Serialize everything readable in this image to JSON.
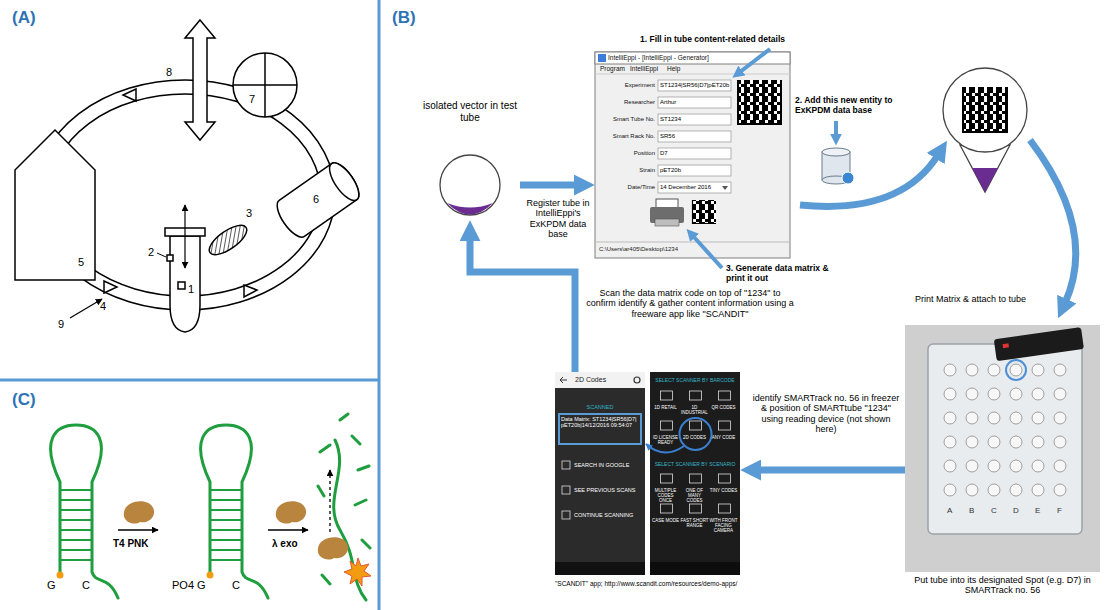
{
  "diagram": {
    "nodes": [
      {
        "text": [
          "isolated vector in test tube"
        ]
      },
      {
        "text": [
          "IntelliEppi - [IntelliEppi - Generator]",
          "Program",
          "IntelliEppi",
          "Help",
          "Experiment",
          "ST1234|SR56|D7|pET20b",
          "Researcher",
          "Arthur",
          "Smart Tube No.",
          "ST1234",
          "Smart Rack No.",
          "SR56",
          "Position",
          "D7",
          "Strain",
          "pET20b",
          "Date/Time",
          "14 December 2016",
          "C:\\Users\\ar405\\Desktop\\1234"
        ]
      },
      {
        "text": [
          "Put tube into its designated Spot (e.g. D7) in SMARTrack no. 56",
          "A",
          "B",
          "C",
          "D",
          "E",
          "F"
        ]
      },
      {
        "text": [
          "2D Codes",
          "SCANNED",
          "Data Matrix: ST1234|SR56|D7| pET20b|14/12/2016 09:54:07",
          "SEARCH IN GOOGLE",
          "SEE PREVIOUS SCANS",
          "CONTINUE SCANNING"
        ]
      },
      {
        "text": [
          "SELECT SCANNER BY BARCODE",
          "1D RETAIL",
          "1D INDUSTRIAL",
          "QR CODES",
          "ID LICENSE READY",
          "2D CODES",
          "ANY CODE",
          "SELECT SCANNER BY SCENARIO",
          "MULTIPLE CODES ONCE",
          "ONE OF MANY CODES",
          "TINY CODES",
          "CASE MODE",
          "FAST SHORT RANGE",
          "WITH FRONT FACING CAMERA"
        ]
      }
    ],
    "edges": [
      {
        "from": 0,
        "to": 1,
        "arrow": "to",
        "label": "Register tube in IntelliEppi's ExKPDM data base"
      },
      {
        "from": 2,
        "to": 4,
        "arrow": "to",
        "label": "identify SMARTrack no. 56 in freezer & position of SMARTtube \"1234\" using reading device (not shown here)"
      },
      {
        "from": 3,
        "to": 0,
        "arrow": "to",
        "label": "Scan the data matrix code on top of \"1234\" to confirm identify & gather content information using a freeware app like \"SCANDIT\""
      }
    ],
    "labels": [
      "(A)",
      "(B)",
      "(C)",
      "1",
      "2",
      "3",
      "4",
      "5",
      "6",
      "7",
      "8",
      "9",
      "T4 PNK",
      "λ exo",
      "G",
      "C",
      "PO4",
      "G",
      "C",
      "1. Fill in tube content-related details",
      "2. Add this new entity to ExKPDM data base",
      "3. Generate data matrix & print it out",
      "Print Matrix & attach to tube",
      "\"SCANDIT\" app; http://www.scandit.com/resources/demo-apps/"
    ]
  }
}
